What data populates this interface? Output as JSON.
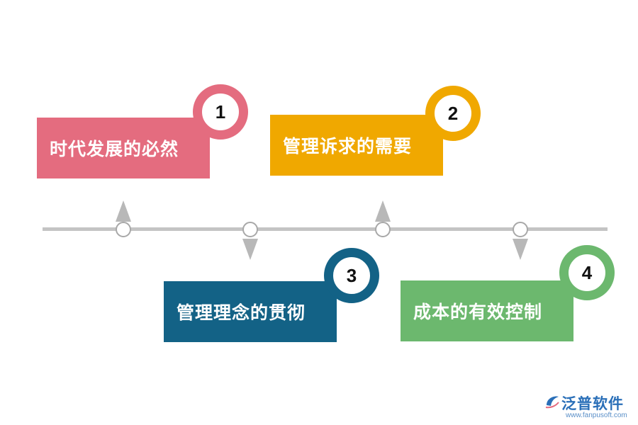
{
  "steps": [
    {
      "number": "1",
      "label": "时代发展的必然",
      "color": "#e46c7f"
    },
    {
      "number": "2",
      "label": "管理诉求的需要",
      "color": "#f0a800"
    },
    {
      "number": "3",
      "label": "管理理念的贯彻",
      "color": "#136286"
    },
    {
      "number": "4",
      "label": "成本的有效控制",
      "color": "#6cb86e"
    }
  ],
  "brand": {
    "name": "泛普软件",
    "url": "www.fanpusoft.com",
    "color": "#2a6fb8"
  }
}
